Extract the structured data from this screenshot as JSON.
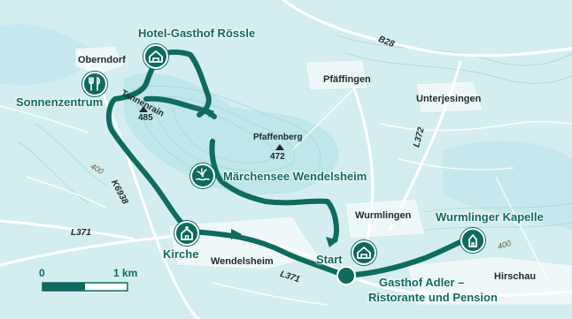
{
  "colors": {
    "route": "#0e6b5d",
    "land": "#d4eef0",
    "forest": "#bfe6e9",
    "settlement": "#eef8f8",
    "road": "#ffffff"
  },
  "places": {
    "oberndorf": "Oberndorf",
    "pfaeffingen": "Pfäffingen",
    "unterjesingen": "Unterjesingen",
    "wurmlingen": "Wurmlingen",
    "wendelsheim": "Wendelsheim",
    "hirschau": "Hirschau",
    "tannenrain": "Tannenrain"
  },
  "pois": {
    "hotel": "Hotel-Gasthof Rössle",
    "sonnenzentrum": "Sonnenzentrum",
    "maerchensee": "Märchensee Wendelsheim",
    "wurmlinger_kapelle": "Wurmlinger Kapelle",
    "kirche": "Kirche",
    "start": "Start",
    "gasthof_line1": "Gasthof Adler –",
    "gasthof_line2": "Ristorante und Pension"
  },
  "peak": {
    "name": "Pfaffenberg",
    "elevation": "472"
  },
  "elevations": {
    "tannenrain": "485",
    "contour_west": "400",
    "contour_east": "400"
  },
  "roads": {
    "b28": "B28",
    "l372": "L372",
    "k6938": "K6938",
    "l371_west": "L371",
    "l371_south": "L371"
  },
  "scale": {
    "zero": "0",
    "km": "1 km"
  },
  "icons": {
    "hotel": "hotel-icon",
    "restaurant": "restaurant-icon",
    "lake": "lake-icon",
    "church": "church-icon",
    "chapel": "chapel-icon",
    "gasthof": "hotel-icon"
  }
}
